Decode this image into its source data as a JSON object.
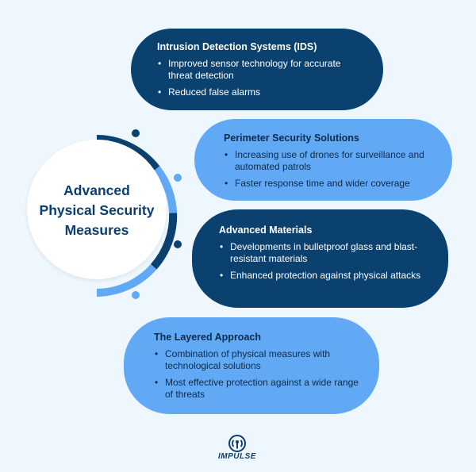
{
  "center": {
    "title": "Advanced\nPhysical Security\nMeasures"
  },
  "items": [
    {
      "title": "Intrusion Detection Systems (IDS)",
      "bullets": [
        "Improved sensor technology for accurate threat detection",
        "Reduced false alarms"
      ]
    },
    {
      "title": "Perimeter Security Solutions",
      "bullets": [
        "Increasing use of drones for surveillance and automated patrols",
        "Faster response time and wider coverage"
      ]
    },
    {
      "title": "Advanced Materials",
      "bullets": [
        "Developments in bulletproof glass and blast-resistant materials",
        "Enhanced protection against physical attacks"
      ]
    },
    {
      "title": "The Layered Approach",
      "bullets": [
        "Combination of physical measures with technological solutions",
        "Most effective protection against a wide range of threats"
      ]
    }
  ],
  "logo": {
    "text": "IMPULSE"
  },
  "colors": {
    "dark": "#0b416f",
    "light": "#61a9f5",
    "background": "#eef6fe",
    "title": "#0b3d6e"
  }
}
